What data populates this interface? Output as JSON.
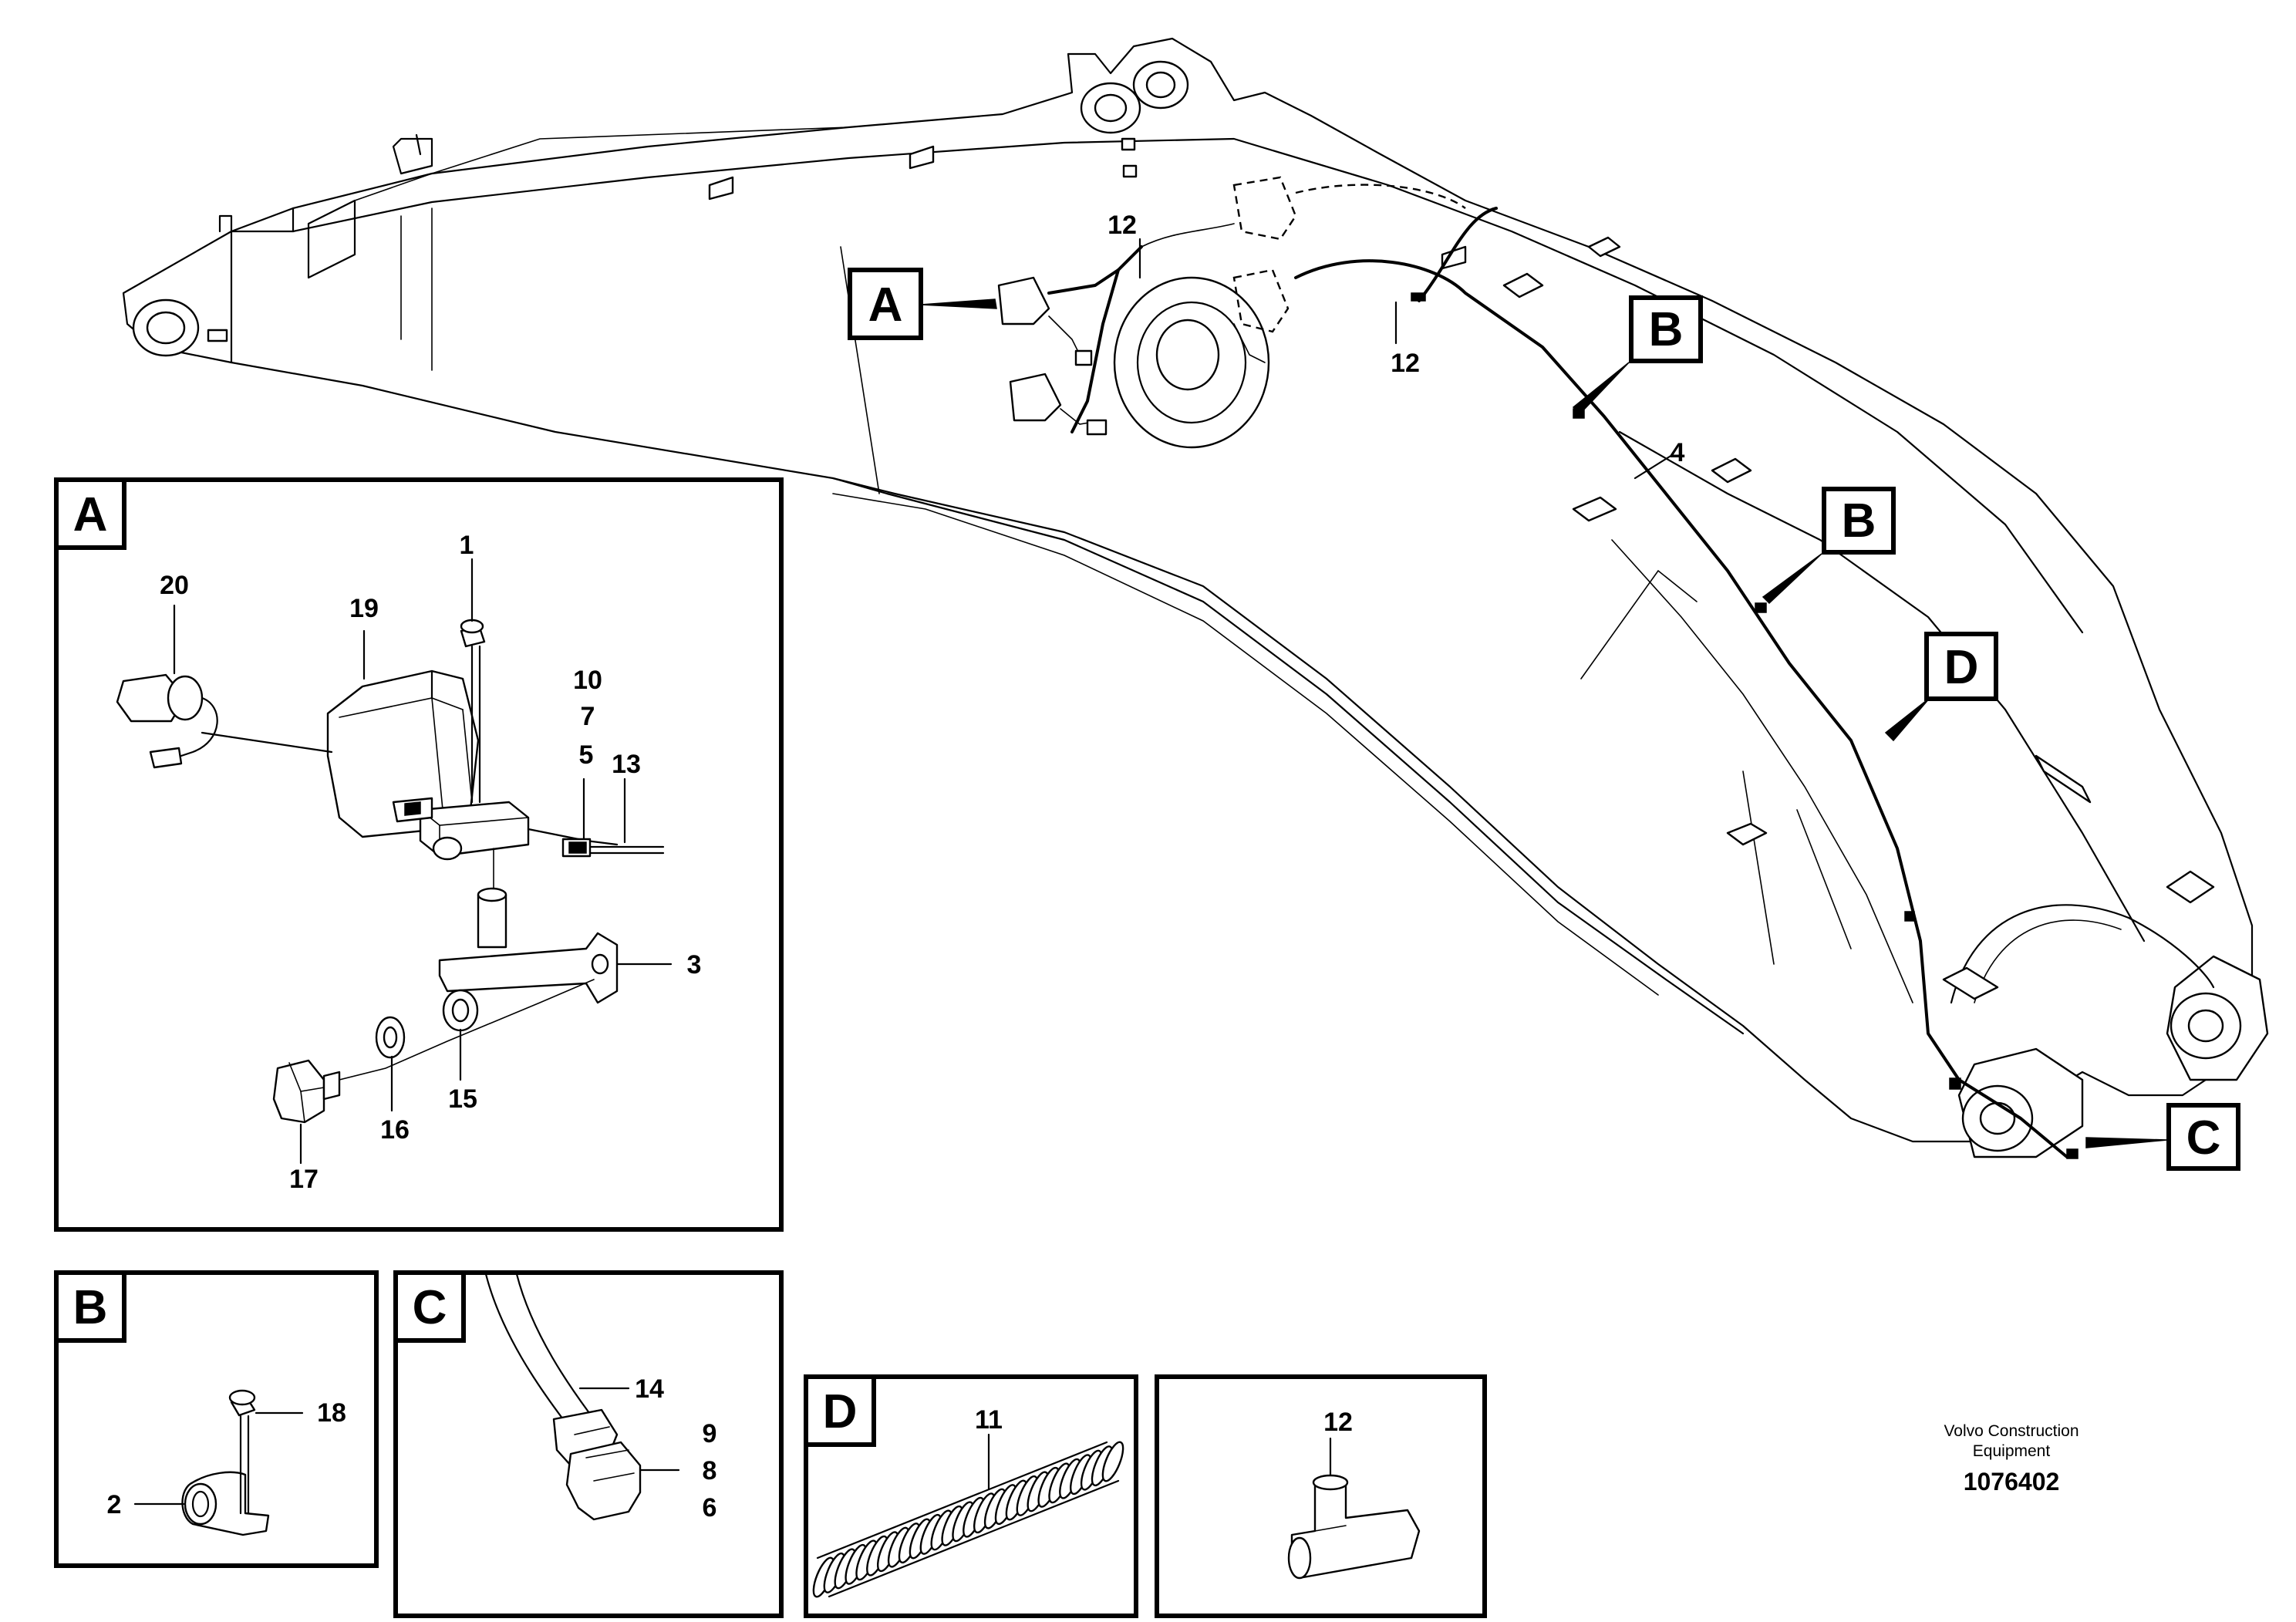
{
  "tags": {
    "a": "A",
    "b": "B",
    "c": "C",
    "d": "D"
  },
  "part_numbers": {
    "p1": "1",
    "p2": "2",
    "p3": "3",
    "p4": "4",
    "p5": "5",
    "p6": "6",
    "p7": "7",
    "p8": "8",
    "p9": "9",
    "p10": "10",
    "p11": "11",
    "p12": "12",
    "p13": "13",
    "p14": "14",
    "p15": "15",
    "p16": "16",
    "p17": "17",
    "p18": "18",
    "p19": "19",
    "p20": "20"
  },
  "footer": {
    "company_line1": "Volvo Construction",
    "company_line2": "Equipment",
    "drawing_number": "1076402"
  }
}
